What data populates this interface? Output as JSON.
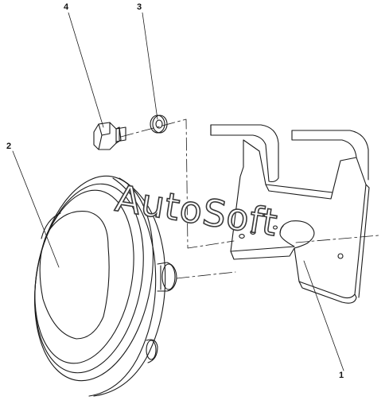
{
  "callouts": [
    {
      "id": "1",
      "label": "1",
      "part": "bracket"
    },
    {
      "id": "2",
      "label": "2",
      "part": "horn"
    },
    {
      "id": "3",
      "label": "3",
      "part": "washer"
    },
    {
      "id": "4",
      "label": "4",
      "part": "bolt"
    }
  ],
  "watermark": {
    "text": "AutoSoft"
  },
  "colors": {
    "line": "#1a1a1a",
    "background": "#ffffff",
    "watermark_outline": "#3a3a3a"
  }
}
